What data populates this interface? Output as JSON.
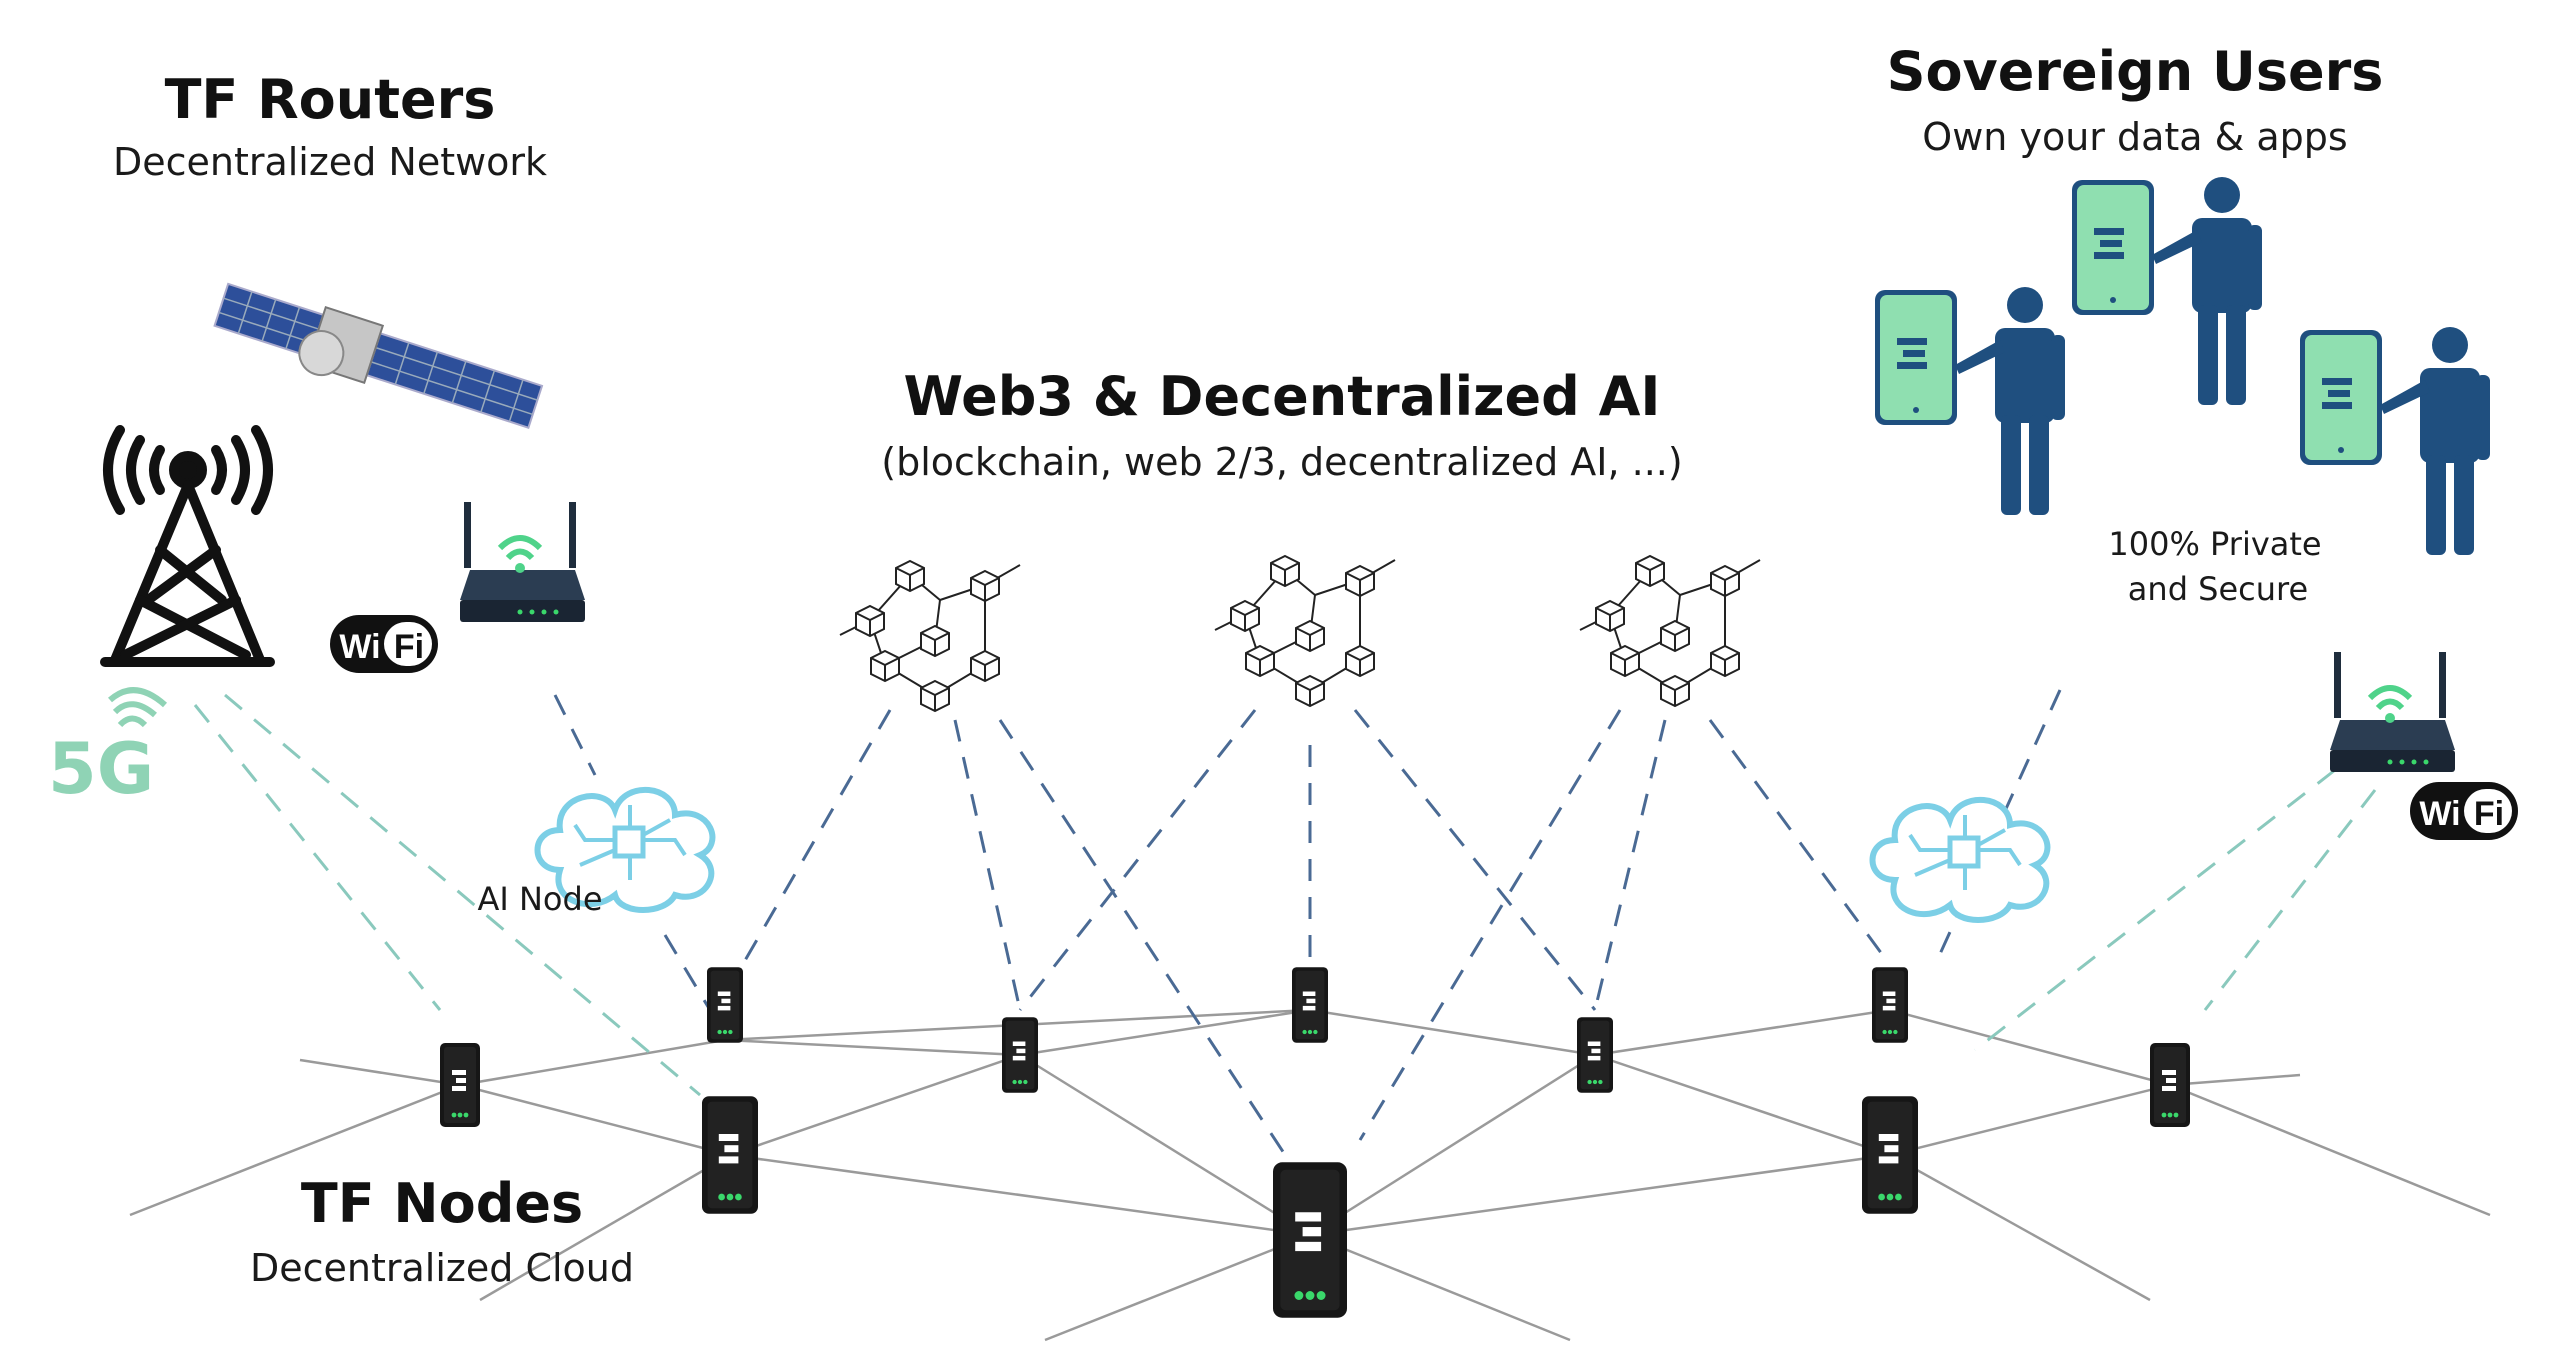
{
  "sections": {
    "routers": {
      "title": "TF Routers",
      "subtitle": "Decentralized Network"
    },
    "users": {
      "title": "Sovereign Users",
      "subtitle": "Own your data & apps"
    },
    "web3": {
      "title": "Web3 & Decentralized AI",
      "subtitle": "(blockchain, web 2/3, decentralized AI, ...)"
    },
    "nodes": {
      "title": "TF Nodes",
      "subtitle": "Decentralized Cloud"
    }
  },
  "labels": {
    "ai_node": "AI Node",
    "private_line1": "100% Private",
    "private_line2": "and Secure",
    "five_g": "5G",
    "wifi_wi": "Wi",
    "wifi_fi": "Fi"
  },
  "colors": {
    "user_dark": "#1f4f7f",
    "phone_green": "#8fdfb0",
    "cloud_blue": "#7ccfe6",
    "dash_blue": "#4a6a94",
    "dash_teal": "#8ac9bd",
    "wifi_green": "#4fd38a",
    "router_dark": "#1f2d3d"
  }
}
